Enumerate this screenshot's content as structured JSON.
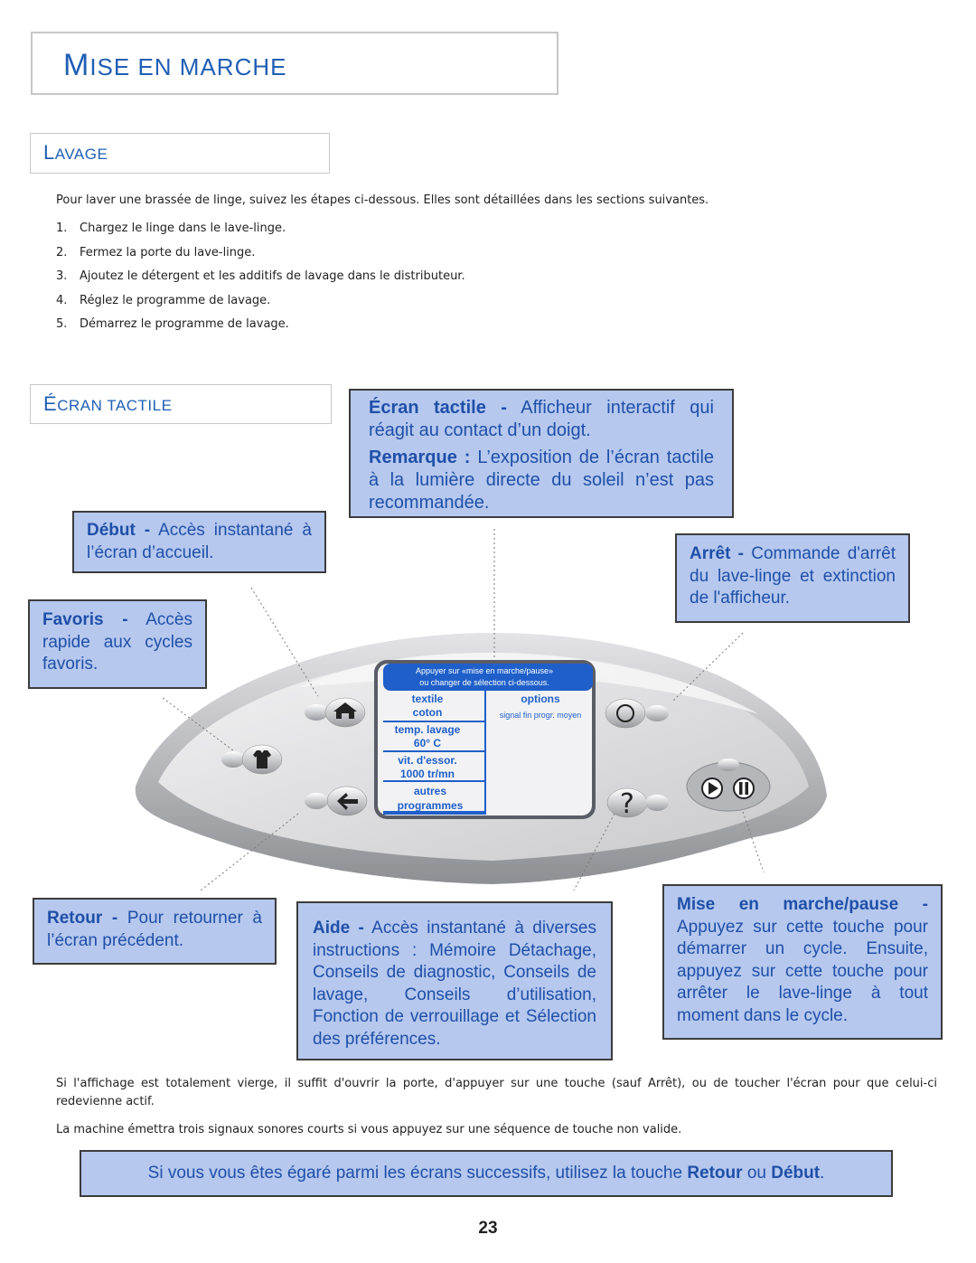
{
  "header": {
    "title_first": "M",
    "title_rest": "ISE EN MARCHE"
  },
  "lavage": {
    "heading_first": "L",
    "heading_rest": "AVAGE",
    "intro": "Pour laver une brassée de linge, suivez les étapes ci-dessous. Elles sont détaillées dans les sections suivantes.",
    "steps": [
      {
        "num": "1.",
        "text": "Chargez le linge dans le lave-linge."
      },
      {
        "num": "2.",
        "text": "Fermez la porte du lave-linge."
      },
      {
        "num": "3.",
        "text": "Ajoutez le détergent et les additifs de lavage dans le distributeur."
      },
      {
        "num": "4.",
        "text": "Réglez le programme de lavage."
      },
      {
        "num": "5.",
        "text": "Démarrez le programme de lavage."
      }
    ]
  },
  "ecran": {
    "heading_first": "É",
    "heading_rest": "CRAN TACTILE"
  },
  "callouts": {
    "ecran_tactile": {
      "lead": "Écran tactile -",
      "text": " Afficheur interactif qui réagit au contact d’un doigt."
    },
    "remarque": {
      "lead": "Remarque :",
      "text": " L’exposition de l’écran tactile à la lumière directe du soleil n’est pas recommandée."
    },
    "debut": {
      "lead": "Début -",
      "text": " Accès instantané à l’écran d’accueil."
    },
    "arret": {
      "lead": "Arrêt -",
      "text": " Commande d'arrêt du lave-linge et extinction de l'afficheur."
    },
    "favoris": {
      "lead": "Favoris -",
      "text": " Accès rapide aux cycles favoris."
    },
    "retour": {
      "lead": "Retour -",
      "text": " Pour retourner à l’écran précédent."
    },
    "aide": {
      "lead": "Aide -",
      "text": " Accès instantané à diverses instructions : Mémoire Détachage, Conseils de diagnostic, Conseils de lavage, Conseils d’utilisation, Fonction de verrouillage et Sélection des préférences."
    },
    "mise_en_marche": {
      "lead": "Mise en marche/pause -",
      "text": " Appuyez sur cette touche pour démarrer un cycle. Ensuite, appuyez sur cette touche pour arrêter le lave-linge à tout moment dans le cycle."
    }
  },
  "screen": {
    "header_line1": "Appuyer sur «mise en marche/pause»",
    "header_line2": "ou changer de sélection ci-dessous.",
    "left_cells": [
      {
        "l1": "textile",
        "l2": "coton"
      },
      {
        "l1": "temp. lavage",
        "l2": "60° C"
      },
      {
        "l1": "vit. d'essor.",
        "l2": "1000 tr/mn"
      },
      {
        "l1": "autres",
        "l2": "programmes"
      }
    ],
    "options_title": "options",
    "options_sub": "signal fin progr. moyen"
  },
  "icons": {
    "home": "home-icon",
    "shirt": "shirt-icon",
    "back": "back-arrow-icon",
    "power": "power-circle-icon",
    "help": "question-mark-icon",
    "play": "play-icon",
    "pause": "pause-icon"
  },
  "footer": {
    "line1": "Si l'affichage est totalement vierge, il suffit d'ouvrir la porte, d'appuyer sur une touche (sauf Arrêt), ou de toucher l'écran pour que celui-ci redevienne actif.",
    "line2": "La machine émettra trois signaux sonores courts si vous appuyez sur une séquence de touche non valide.",
    "banner_pre": "Si vous vous êtes égaré parmi les écrans successifs, utilisez la touche ",
    "banner_b1": "Retour",
    "banner_mid": " ou ",
    "banner_b2": "Début",
    "banner_post": ".",
    "page_number": "23"
  },
  "colors": {
    "accent": "#1f5fb4",
    "callout_bg": "#b6c8ee",
    "screen_blue": "#1f5fc9"
  }
}
